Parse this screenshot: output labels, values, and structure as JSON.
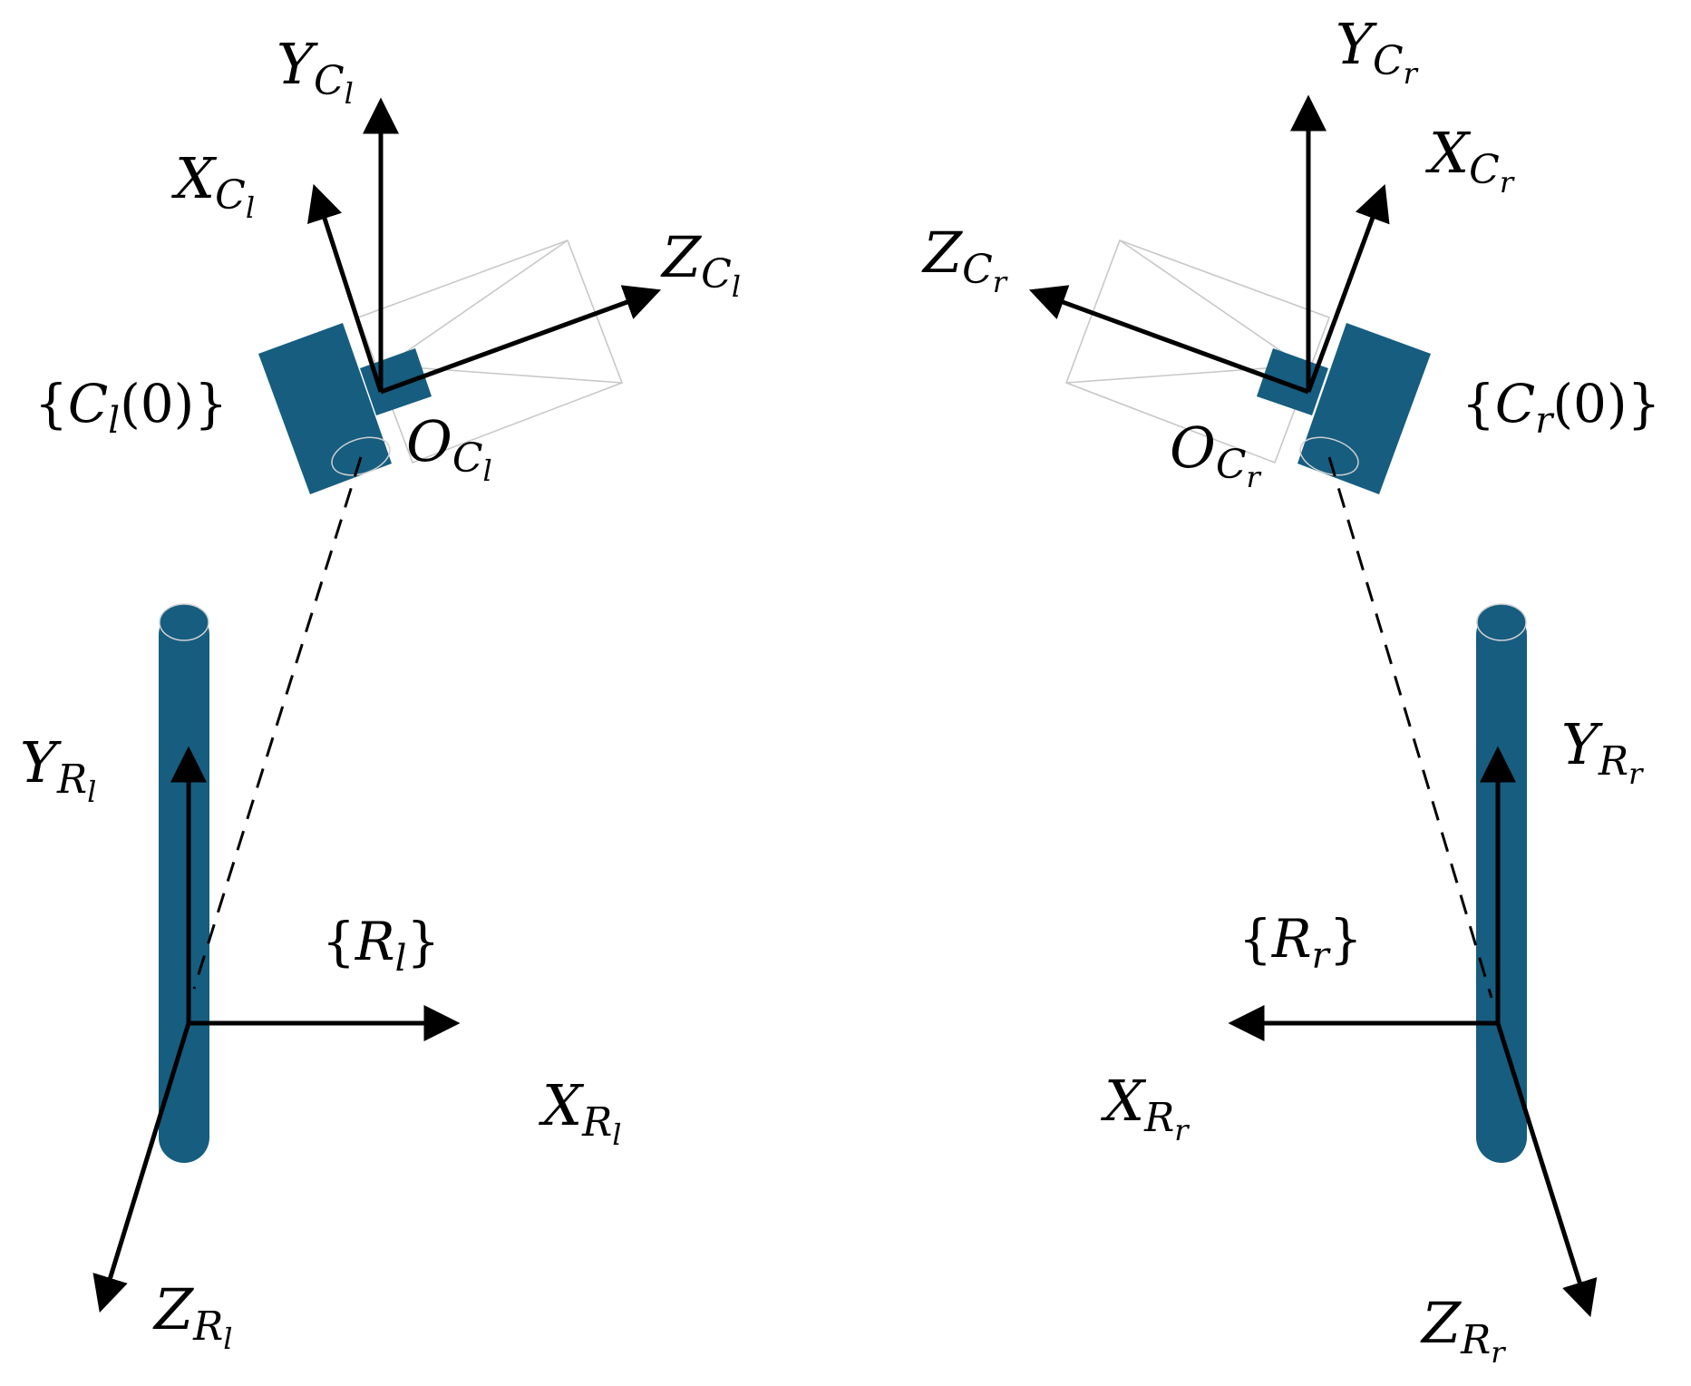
{
  "colors": {
    "device": "#165d80",
    "axis": "#000000",
    "frustum": "#c8c8c8",
    "background": "#ffffff"
  },
  "left": {
    "camera_frame_label": {
      "open": "{",
      "letter": "C",
      "sub": "l",
      "rest": "(0)}"
    },
    "origin_label": {
      "base": "O",
      "sub": "C",
      "subsub": "l"
    },
    "axes": {
      "Y_cam": {
        "base": "Y",
        "sub": "C",
        "subsub": "l"
      },
      "X_cam": {
        "base": "X",
        "sub": "C",
        "subsub": "l"
      },
      "Z_cam": {
        "base": "Z",
        "sub": "C",
        "subsub": "l"
      }
    },
    "robot_frame_label": {
      "open": "{",
      "letter": "R",
      "sub": "l",
      "close": "}"
    },
    "robot_axes": {
      "Y_robot": {
        "base": "Y",
        "sub": "R",
        "subsub": "l"
      },
      "X_robot": {
        "base": "X",
        "sub": "R",
        "subsub": "l"
      },
      "Z_robot": {
        "base": "Z",
        "sub": "R",
        "subsub": "l"
      }
    }
  },
  "right": {
    "camera_frame_label": {
      "open": "{",
      "letter": "C",
      "sub": "r",
      "rest": "(0)}"
    },
    "origin_label": {
      "base": "O",
      "sub": "C",
      "subsub": "r"
    },
    "axes": {
      "Y_cam": {
        "base": "Y",
        "sub": "C",
        "subsub": "r"
      },
      "X_cam": {
        "base": "X",
        "sub": "C",
        "subsub": "r"
      },
      "Z_cam": {
        "base": "Z",
        "sub": "C",
        "subsub": "r"
      }
    },
    "robot_frame_label": {
      "open": "{",
      "letter": "R",
      "sub": "r",
      "close": "}"
    },
    "robot_axes": {
      "Y_robot": {
        "base": "Y",
        "sub": "R",
        "subsub": "r"
      },
      "X_robot": {
        "base": "X",
        "sub": "R",
        "subsub": "r"
      },
      "Z_robot": {
        "base": "Z",
        "sub": "R",
        "subsub": "r"
      }
    }
  }
}
